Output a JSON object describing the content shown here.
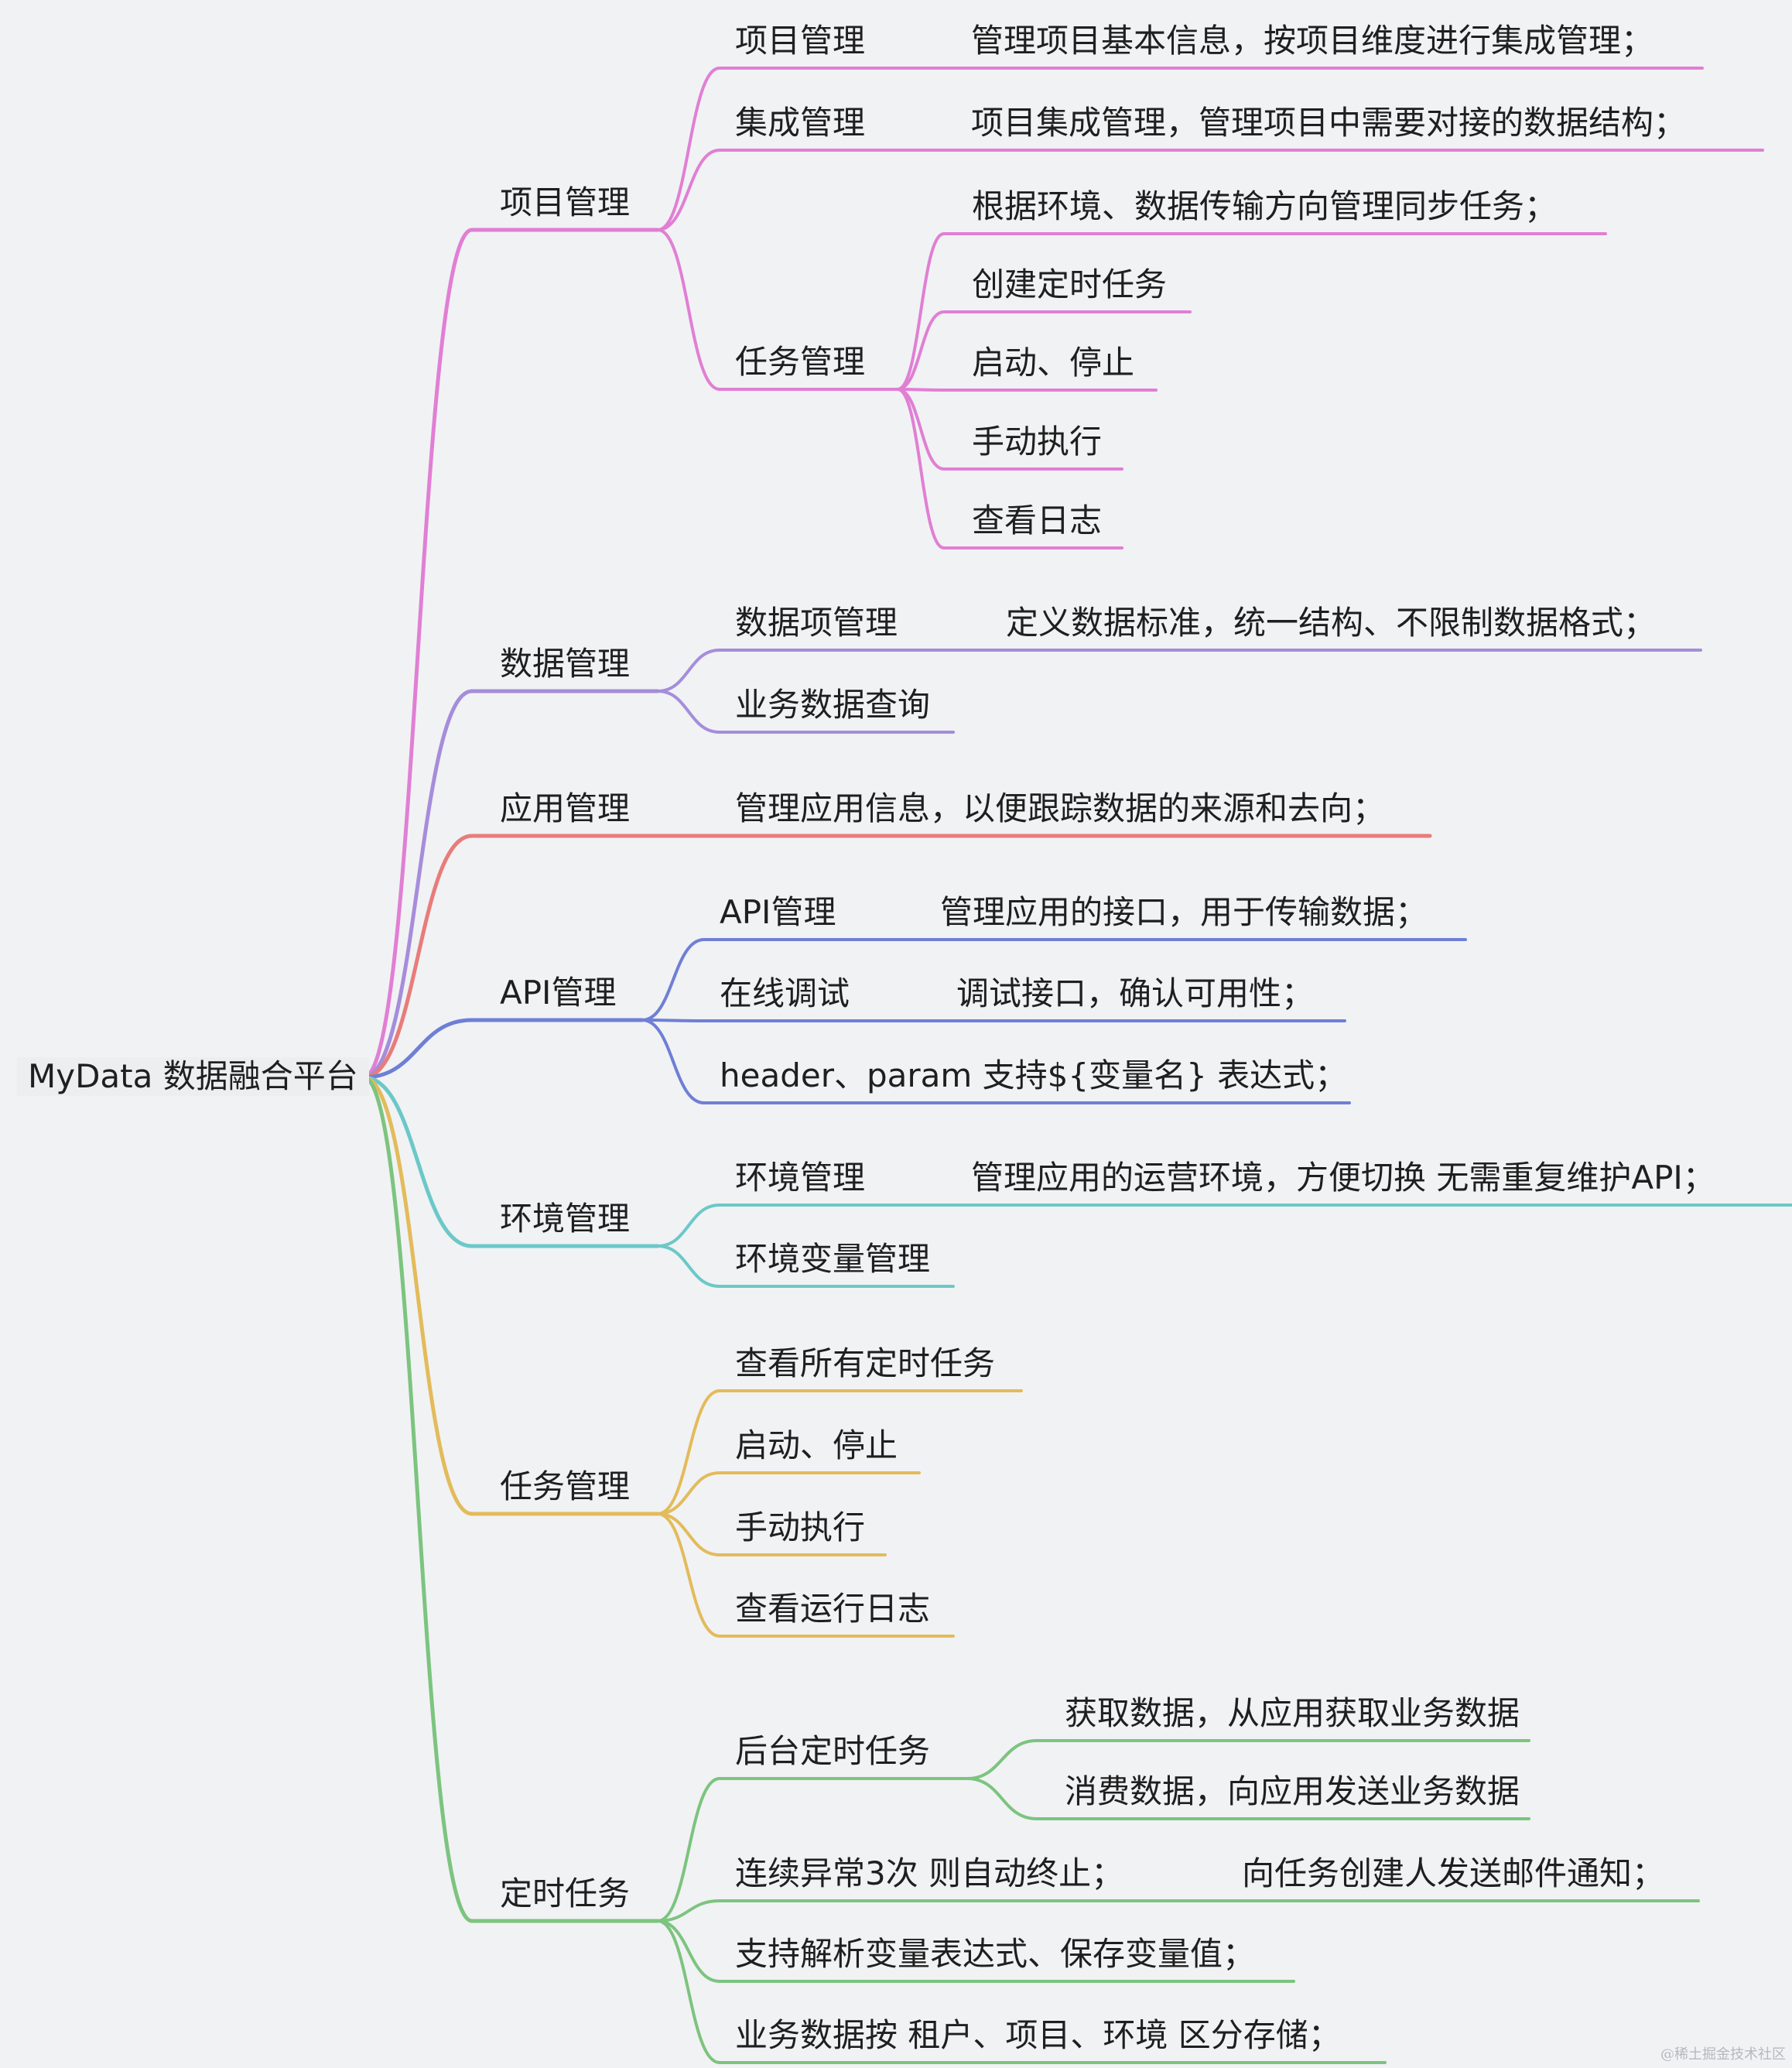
{
  "root": "MyData 数据融合平台",
  "watermark": "@稀土掘金技术社区",
  "branches": [
    {
      "label": "项目管理",
      "color": "#e07fd4",
      "children": [
        {
          "label": "项目管理",
          "note": "管理项目基本信息，按项目维度进行集成管理；"
        },
        {
          "label": "集成管理",
          "note": "项目集成管理，管理项目中需要对接的数据结构；"
        },
        {
          "label": "任务管理",
          "children": [
            {
              "label": "根据环境、数据传输方向管理同步任务；"
            },
            {
              "label": "创建定时任务"
            },
            {
              "label": "启动、停止"
            },
            {
              "label": "手动执行"
            },
            {
              "label": "查看日志"
            }
          ]
        }
      ]
    },
    {
      "label": "数据管理",
      "color": "#a58ddb",
      "children": [
        {
          "label": "数据项管理",
          "note": "定义数据标准，统一结构、不限制数据格式；"
        },
        {
          "label": "业务数据查询"
        }
      ]
    },
    {
      "label": "应用管理",
      "color": "#e87c7a",
      "note": "管理应用信息，以便跟踪数据的来源和去向；"
    },
    {
      "label": "API管理",
      "color": "#6f7fd6",
      "children": [
        {
          "label": "API管理",
          "note": "管理应用的接口，用于传输数据；"
        },
        {
          "label": "在线调试",
          "note": "调试接口，确认可用性；"
        },
        {
          "label": "header、param 支持${变量名} 表达式；"
        }
      ]
    },
    {
      "label": "环境管理",
      "color": "#6cc8c8",
      "children": [
        {
          "label": "环境管理",
          "note": "管理应用的运营环境，方便切换 无需重复维护API；"
        },
        {
          "label": "环境变量管理"
        }
      ]
    },
    {
      "label": "任务管理",
      "color": "#e3bb5b",
      "children": [
        {
          "label": "查看所有定时任务"
        },
        {
          "label": "启动、停止"
        },
        {
          "label": "手动执行"
        },
        {
          "label": "查看运行日志"
        }
      ]
    },
    {
      "label": "定时任务",
      "color": "#7cc47f",
      "children": [
        {
          "label": "后台定时任务",
          "children": [
            {
              "label": "获取数据，从应用获取业务数据"
            },
            {
              "label": "消费数据，向应用发送业务数据"
            }
          ]
        },
        {
          "label": "连续异常3次 则自动终止；",
          "note": "向任务创建人发送邮件通知；"
        },
        {
          "label": "支持解析变量表达式、保存变量值；"
        },
        {
          "label": "业务数据按 租户、项目、环境 区分存储；"
        }
      ]
    }
  ]
}
